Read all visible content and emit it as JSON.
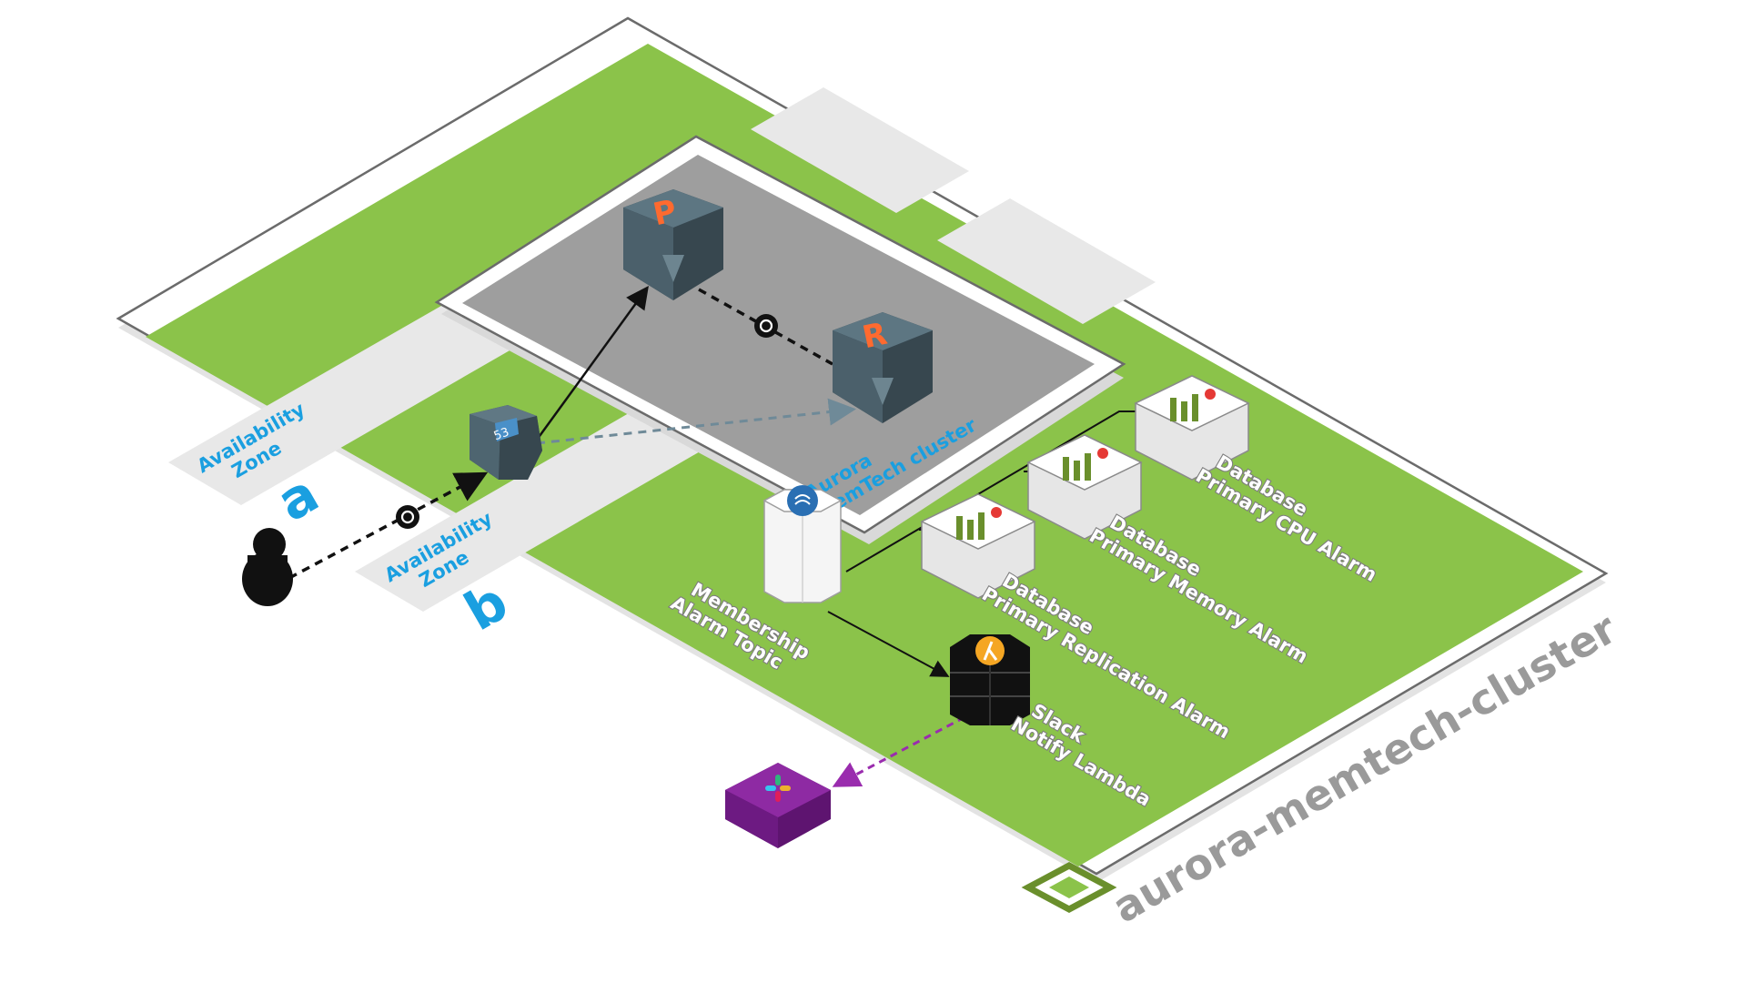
{
  "stack": {
    "title": "aurora-memtech-cluster"
  },
  "zones": [
    {
      "name_label": "Availability\nZone",
      "letter": "a"
    },
    {
      "name_label": "Availability\nZone",
      "letter": "b"
    }
  ],
  "cluster": {
    "label": "Aurora\nMemTech cluster"
  },
  "nodes": {
    "primary": {
      "letter": "P"
    },
    "replica": {
      "letter": "R"
    },
    "route53": {
      "label": "53"
    },
    "sns": {
      "label": "Membership\nAlarm Topic"
    },
    "lambda": {
      "label": "Slack\nNotify Lambda"
    },
    "alarms": [
      {
        "label": "Database\nPrimary CPU Alarm"
      },
      {
        "label": "Database\nPrimary Memory Alarm"
      },
      {
        "label": "Database\nPrimary Replication Alarm"
      }
    ]
  },
  "colors": {
    "vpc_green": "#8bc34a",
    "cluster_gray": "#9e9e9e",
    "zone_gray": "#e8e8e8",
    "node_slate": "#4e6570",
    "primary_letter": "#ff6a2f",
    "label_blue": "#1a9fe0",
    "slack_purple": "#7b1f8f",
    "alarm_green": "#6a8f2c"
  }
}
